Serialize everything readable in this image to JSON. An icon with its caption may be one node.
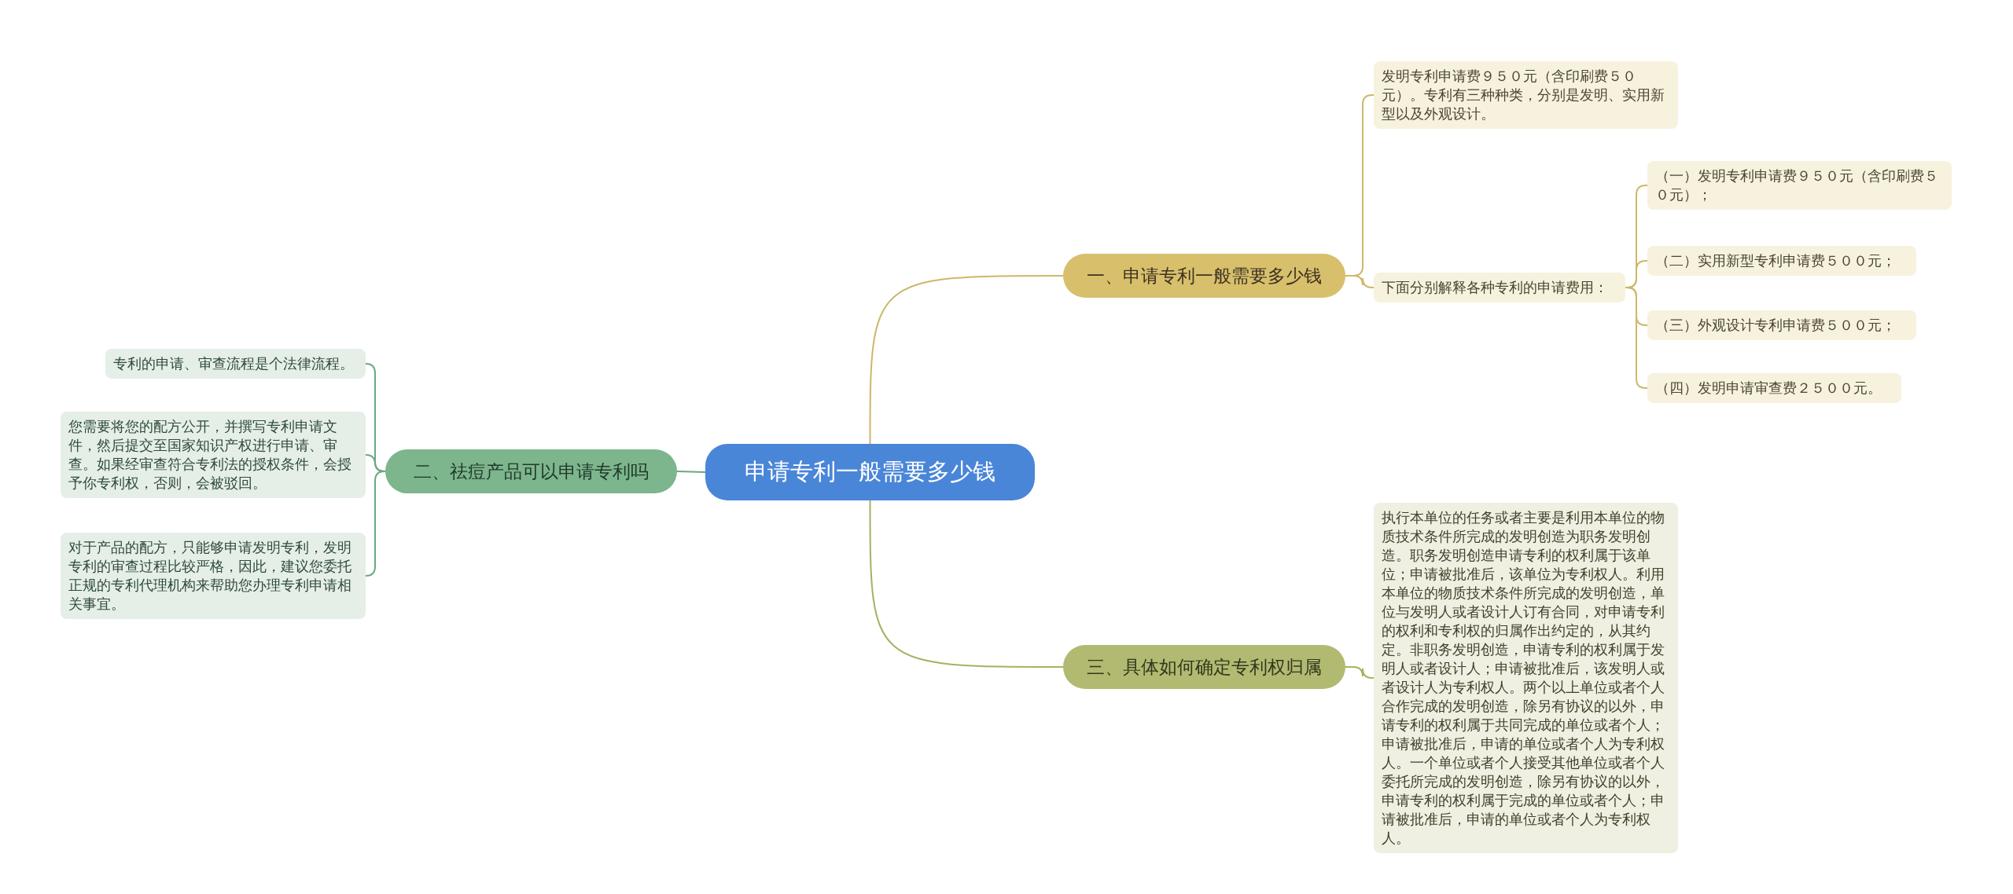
{
  "diagram": {
    "nodes": [
      {
        "text": [
          "申请专利一般需要多少钱"
        ]
      },
      {
        "text": [
          "一、申请专利一般需要多少钱"
        ]
      },
      {
        "text": [
          "发明专利申请费９５０元（含印刷费５０元）。专利有三种种类，分别是发明、实用新型以及外观设计。"
        ]
      },
      {
        "text": [
          "下面分别解释各种专利的申请费用："
        ]
      },
      {
        "text": [
          "（一）发明专利申请费９５０元（含印刷费５０元）；"
        ]
      },
      {
        "text": [
          "（二）实用新型专利申请费５００元；"
        ]
      },
      {
        "text": [
          "（三）外观设计专利申请费５００元；"
        ]
      },
      {
        "text": [
          "（四）发明申请审查费２５００元。"
        ]
      },
      {
        "text": [
          "二、祛痘产品可以申请专利吗"
        ]
      },
      {
        "text": [
          "专利的申请、审查流程是个法律流程。"
        ]
      },
      {
        "text": [
          "您需要将您的配方公开，并撰写专利申请文件，然后提交至国家知识产权进行申请、审查。如果经审查符合专利法的授权条件，会授予你专利权，否则，会被驳回。"
        ]
      },
      {
        "text": [
          "对于产品的配方，只能够申请发明专利，发明专利的审查过程比较严格，因此，建议您委托正规的专利代理机构来帮助您办理专利申请相关事宜。"
        ]
      },
      {
        "text": [
          "三、具体如何确定专利权归属"
        ]
      },
      {
        "text": [
          "执行本单位的任务或者主要是利用本单位的物质技术条件所完成的发明创造为职务发明创造。职务发明创造申请专利的权利属于该单位；申请被批准后，该单位为专利权人。利用本单位的物质技术条件所完成的发明创造，单位与发明人或者设计人订有合同，对申请专利的权利和专利权的归属作出约定的，从其约定。非职务发明创造，申请专利的权利属于发明人或者设计人；申请被批准后，该发明人或者设计人为专利权人。两个以上单位或者个人合作完成的发明创造，除另有协议的以外，申请专利的权利属于共同完成的单位或者个人；申请被批准后，申请的单位或者个人为专利权人。一个单位或者个人接受其他单位或者个人委托所完成的发明创造，除另有协议的以外，申请专利的权利属于完成的单位或者个人；申请被批准后，申请的单位或者个人为专利权人。"
        ]
      }
    ],
    "edges": [
      {
        "from": 0,
        "to": 1,
        "arrow": "none",
        "color": "#cdb76a"
      },
      {
        "from": 1,
        "to": 2,
        "arrow": "none",
        "color": "#cdb76a"
      },
      {
        "from": 1,
        "to": 3,
        "arrow": "none",
        "color": "#cdb76a"
      },
      {
        "from": 3,
        "to": 4,
        "arrow": "none",
        "color": "#cdb76a"
      },
      {
        "from": 3,
        "to": 5,
        "arrow": "none",
        "color": "#cdb76a"
      },
      {
        "from": 3,
        "to": 6,
        "arrow": "none",
        "color": "#cdb76a"
      },
      {
        "from": 3,
        "to": 7,
        "arrow": "none",
        "color": "#cdb76a"
      },
      {
        "from": 0,
        "to": 8,
        "arrow": "none",
        "color": "#6aa880"
      },
      {
        "from": 8,
        "to": 9,
        "arrow": "none",
        "color": "#6aa880"
      },
      {
        "from": 8,
        "to": 10,
        "arrow": "none",
        "color": "#6aa880"
      },
      {
        "from": 8,
        "to": 11,
        "arrow": "none",
        "color": "#6aa880"
      },
      {
        "from": 0,
        "to": 12,
        "arrow": "none",
        "color": "#a8b060"
      },
      {
        "from": 12,
        "to": 13,
        "arrow": "none",
        "color": "#a8b060"
      }
    ]
  }
}
